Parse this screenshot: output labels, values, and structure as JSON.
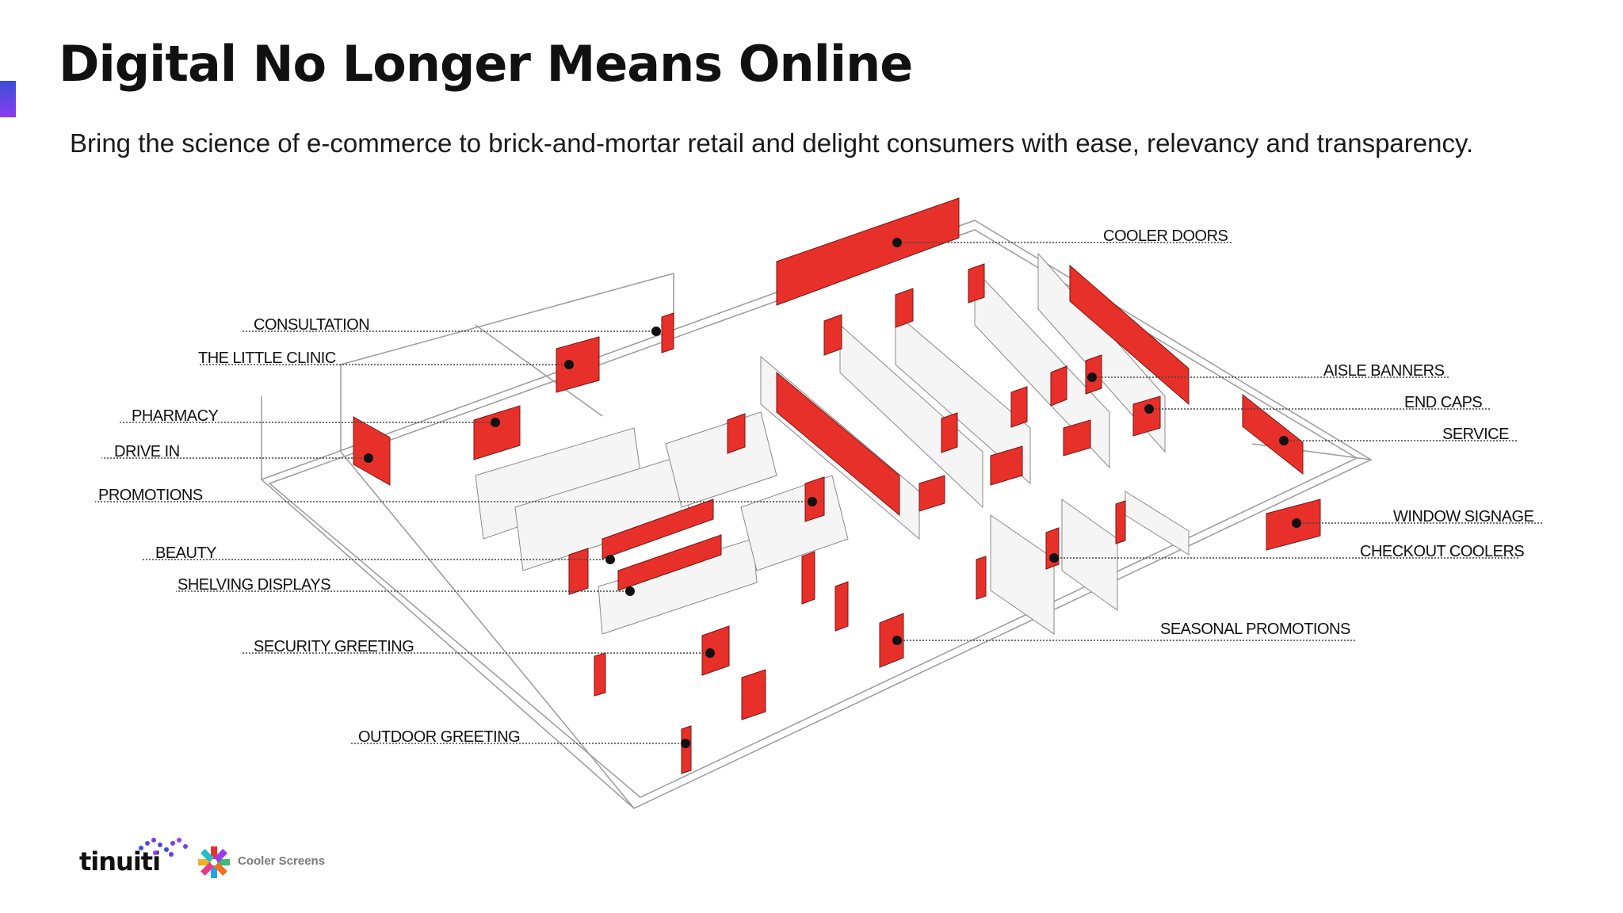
{
  "slide": {
    "title": "Digital No Longer Means Online",
    "subtitle": "Bring the science of e-commerce to brick-and-mortar retail and delight consumers with ease, relevancy and transparency."
  },
  "diagram": {
    "screen_color": "#e8302a",
    "line_color": "#555555",
    "callouts": [
      {
        "label": "COOLER DOORS",
        "side": "right"
      },
      {
        "label": "CONSULTATION",
        "side": "left"
      },
      {
        "label": "THE LITTLE CLINIC",
        "side": "left"
      },
      {
        "label": "PHARMACY",
        "side": "left"
      },
      {
        "label": "DRIVE IN",
        "side": "left"
      },
      {
        "label": "PROMOTIONS",
        "side": "left"
      },
      {
        "label": "BEAUTY",
        "side": "left"
      },
      {
        "label": "SHELVING DISPLAYS",
        "side": "left"
      },
      {
        "label": "SECURITY GREETING",
        "side": "left"
      },
      {
        "label": "OUTDOOR GREETING",
        "side": "left"
      },
      {
        "label": "AISLE BANNERS",
        "side": "right"
      },
      {
        "label": "END CAPS",
        "side": "right"
      },
      {
        "label": "SERVICE",
        "side": "right"
      },
      {
        "label": "WINDOW SIGNAGE",
        "side": "right"
      },
      {
        "label": "CHECKOUT COOLERS",
        "side": "right"
      },
      {
        "label": "SEASONAL PROMOTIONS",
        "side": "right"
      }
    ]
  },
  "logos": {
    "tinuiti": "tinuiti",
    "cooler_screens": "Cooler Screens"
  }
}
